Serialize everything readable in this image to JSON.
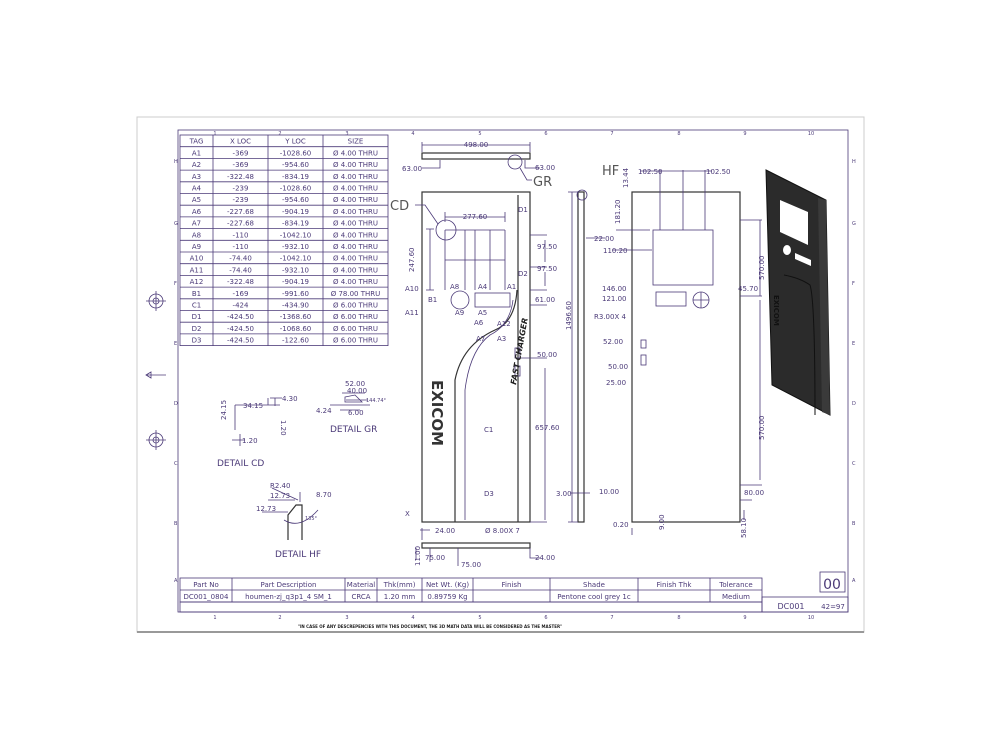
{
  "hole_table": {
    "headers": [
      "TAG",
      "X LOC",
      "Y LOC",
      "SIZE"
    ],
    "rows": [
      [
        "A1",
        "-369",
        "-1028.60",
        "Ø 4.00 THRU"
      ],
      [
        "A2",
        "-369",
        "-954.60",
        "Ø 4.00 THRU"
      ],
      [
        "A3",
        "-322.48",
        "-834.19",
        "Ø 4.00 THRU"
      ],
      [
        "A4",
        "-239",
        "-1028.60",
        "Ø 4.00 THRU"
      ],
      [
        "A5",
        "-239",
        "-954.60",
        "Ø 4.00 THRU"
      ],
      [
        "A6",
        "-227.68",
        "-904.19",
        "Ø 4.00 THRU"
      ],
      [
        "A7",
        "-227.68",
        "-834.19",
        "Ø 4.00 THRU"
      ],
      [
        "A8",
        "-110",
        "-1042.10",
        "Ø 4.00 THRU"
      ],
      [
        "A9",
        "-110",
        "-932.10",
        "Ø 4.00 THRU"
      ],
      [
        "A10",
        "-74.40",
        "-1042.10",
        "Ø 4.00 THRU"
      ],
      [
        "A11",
        "-74.40",
        "-932.10",
        "Ø 4.00 THRU"
      ],
      [
        "A12",
        "-322.48",
        "-904.19",
        "Ø 4.00 THRU"
      ],
      [
        "B1",
        "-169",
        "-991.60",
        "Ø 78.00 THRU"
      ],
      [
        "C1",
        "-424",
        "-434.90",
        "Ø 6.00 THRU"
      ],
      [
        "D1",
        "-424.50",
        "-1368.60",
        "Ø 6.00 THRU"
      ],
      [
        "D2",
        "-424.50",
        "-1068.60",
        "Ø 6.00 THRU"
      ],
      [
        "D3",
        "-424.50",
        "-122.60",
        "Ø 6.00 THRU"
      ]
    ]
  },
  "zones": {
    "columns": [
      "1",
      "2",
      "3",
      "4",
      "5",
      "6",
      "7",
      "8",
      "9",
      "10"
    ],
    "rows": [
      "H",
      "G",
      "F",
      "E",
      "D",
      "C",
      "B",
      "A"
    ]
  },
  "front_view": {
    "dims": {
      "width": "498.00",
      "top_left": "63.00",
      "top_right": "63.00",
      "window_w": "277.60",
      "window_h": "247.60",
      "d1": "97.50",
      "d2": "97.50",
      "d3": "61.00",
      "slot": "50.00",
      "lower": "657.60",
      "flange_a": "24.00",
      "flange_b": "24.00",
      "holes": "Ø 8.00X 7",
      "pitch_a": "75.00",
      "pitch_b": "75.00",
      "flange_h": "11.00"
    },
    "labels": {
      "cd": "CD",
      "gr": "GR",
      "x": "X",
      "a1": "A1",
      "a4": "A4",
      "a5": "A5",
      "a6": "A6",
      "a7": "A7",
      "a3": "A3",
      "a8": "A8",
      "a9": "A9",
      "a10": "A10",
      "a11": "A11",
      "a12": "A12",
      "b1": "B1",
      "c1": "C1",
      "d1": "D1",
      "d2": "D2",
      "d3": "D3"
    },
    "logo": "EXICOM",
    "product": "FAST CHARGER"
  },
  "side_view": {
    "height": "1496.60",
    "bottom": "3.00",
    "top": "22.00"
  },
  "rear_view": {
    "label": "HF",
    "dims": {
      "l": "102.50",
      "r": "102.50",
      "top": "13.44",
      "a": "181.20",
      "b": "110.20",
      "c": "146.00",
      "d": "121.00",
      "radius": "R3.00X 4",
      "e": "45.70",
      "f": "570.00",
      "g": "570.00",
      "h": "52.00",
      "i": "50.00",
      "j": "25.00",
      "k": "10.00",
      "l2": "80.00",
      "m": "0.20",
      "n": "9.00",
      "o": "58.10"
    }
  },
  "details": {
    "cd": {
      "title": "DETAIL CD",
      "a": "34.15",
      "b": "4.30",
      "c": "24.15",
      "d": "1.20",
      "e": "1.20"
    },
    "gr": {
      "title": "DETAIL GR",
      "a": "52.00",
      "b": "40.00",
      "c": "4.24",
      "d": "6.00",
      "e": "144.74°"
    },
    "hf": {
      "title": "DETAIL HF",
      "a": "R2.40",
      "b": "12.73",
      "c": "12.73",
      "d": "8.70",
      "e": "135°"
    }
  },
  "title_block": {
    "headers": [
      "Part No",
      "Part Description",
      "Material",
      "Thk(mm)",
      "Net Wt. (Kg)",
      "Finish",
      "Shade",
      "Finish Thk",
      "Tolerance"
    ],
    "values": [
      "DC001_0804",
      "houmen-zj_q3p1_4 SM_1",
      "CRCA",
      "1.20 mm",
      "0.89759  Kg",
      "",
      "Pentone cool grey 1c",
      "",
      "Medium"
    ],
    "rev": "00",
    "drawing_no": "DC001",
    "sheet": "42=97"
  },
  "footer_note": "\"IN CASE OF ANY DESCREPENCIES WITH THIS DOCUMENT, THE 3D MATH DATA WILL BE CONSIDERED AS THE MASTER\"",
  "colors": {
    "line": "#4b3a78",
    "panel": "#2b2b2b"
  }
}
